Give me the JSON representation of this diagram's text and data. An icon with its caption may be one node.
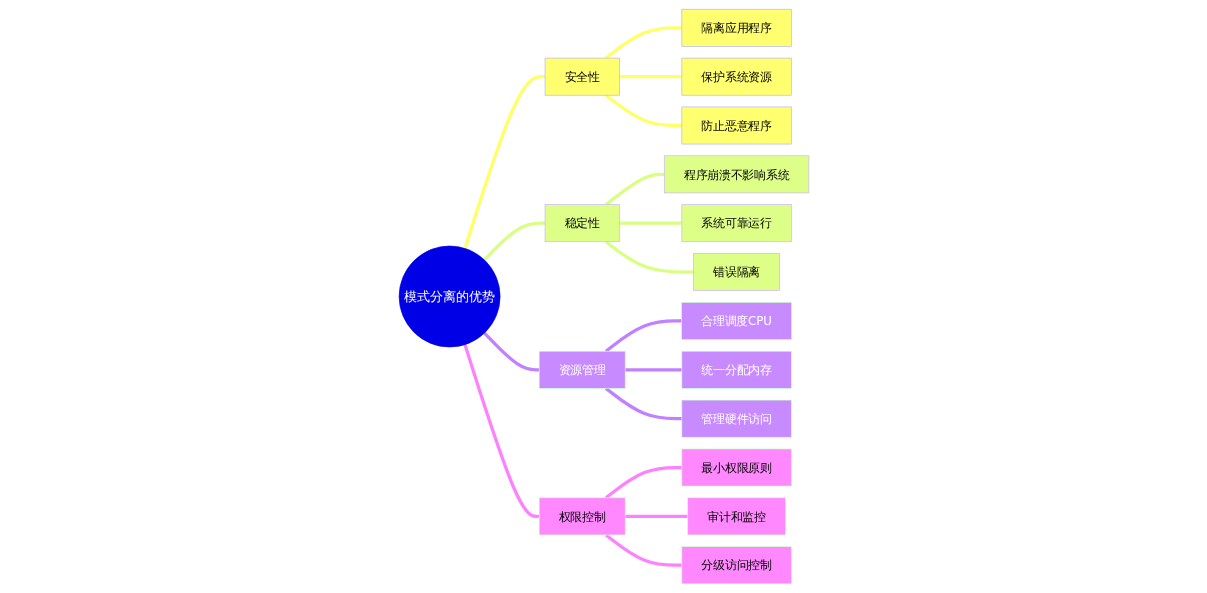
{
  "diagram": {
    "nodes": [
      {
        "text": [
          "模式分离的优势"
        ]
      },
      {
        "text": [
          "安全性"
        ]
      },
      {
        "text": [
          "隔离应用程序"
        ]
      },
      {
        "text": [
          "保护系统资源"
        ]
      },
      {
        "text": [
          "防止恶意程序"
        ]
      },
      {
        "text": [
          "稳定性"
        ]
      },
      {
        "text": [
          "程序崩溃不影响系统"
        ]
      },
      {
        "text": [
          "系统可靠运行"
        ]
      },
      {
        "text": [
          "错误隔离"
        ]
      },
      {
        "text": [
          "资源管理"
        ]
      },
      {
        "text": [
          "合理调度CPU"
        ]
      },
      {
        "text": [
          "统一分配内存"
        ]
      },
      {
        "text": [
          "管理硬件访问"
        ]
      },
      {
        "text": [
          "权限控制"
        ]
      },
      {
        "text": [
          "最小权限原则"
        ]
      },
      {
        "text": [
          "审计和监控"
        ]
      },
      {
        "text": [
          "分级访问控制"
        ]
      }
    ],
    "edges": [
      {
        "from": 0,
        "to": 1,
        "arrow": "none",
        "color": "#ffff66"
      },
      {
        "from": 1,
        "to": 2,
        "arrow": "none",
        "color": "#ffff66"
      },
      {
        "from": 1,
        "to": 3,
        "arrow": "none",
        "color": "#ffff66"
      },
      {
        "from": 1,
        "to": 4,
        "arrow": "none",
        "color": "#ffff66"
      },
      {
        "from": 0,
        "to": 5,
        "arrow": "none",
        "color": "#d9ff80"
      },
      {
        "from": 5,
        "to": 6,
        "arrow": "none",
        "color": "#d9ff80"
      },
      {
        "from": 5,
        "to": 7,
        "arrow": "none",
        "color": "#d9ff80"
      },
      {
        "from": 5,
        "to": 8,
        "arrow": "none",
        "color": "#d9ff80"
      },
      {
        "from": 0,
        "to": 9,
        "arrow": "none",
        "color": "#c080ff"
      },
      {
        "from": 9,
        "to": 10,
        "arrow": "none",
        "color": "#c080ff"
      },
      {
        "from": 9,
        "to": 11,
        "arrow": "none",
        "color": "#c080ff"
      },
      {
        "from": 9,
        "to": 12,
        "arrow": "none",
        "color": "#c080ff"
      },
      {
        "from": 0,
        "to": 13,
        "arrow": "none",
        "color": "#ff80ff"
      },
      {
        "from": 13,
        "to": 14,
        "arrow": "none",
        "color": "#ff80ff"
      },
      {
        "from": 13,
        "to": 15,
        "arrow": "none",
        "color": "#ff80ff"
      },
      {
        "from": 13,
        "to": 16,
        "arrow": "none",
        "color": "#ff80ff"
      }
    ]
  }
}
